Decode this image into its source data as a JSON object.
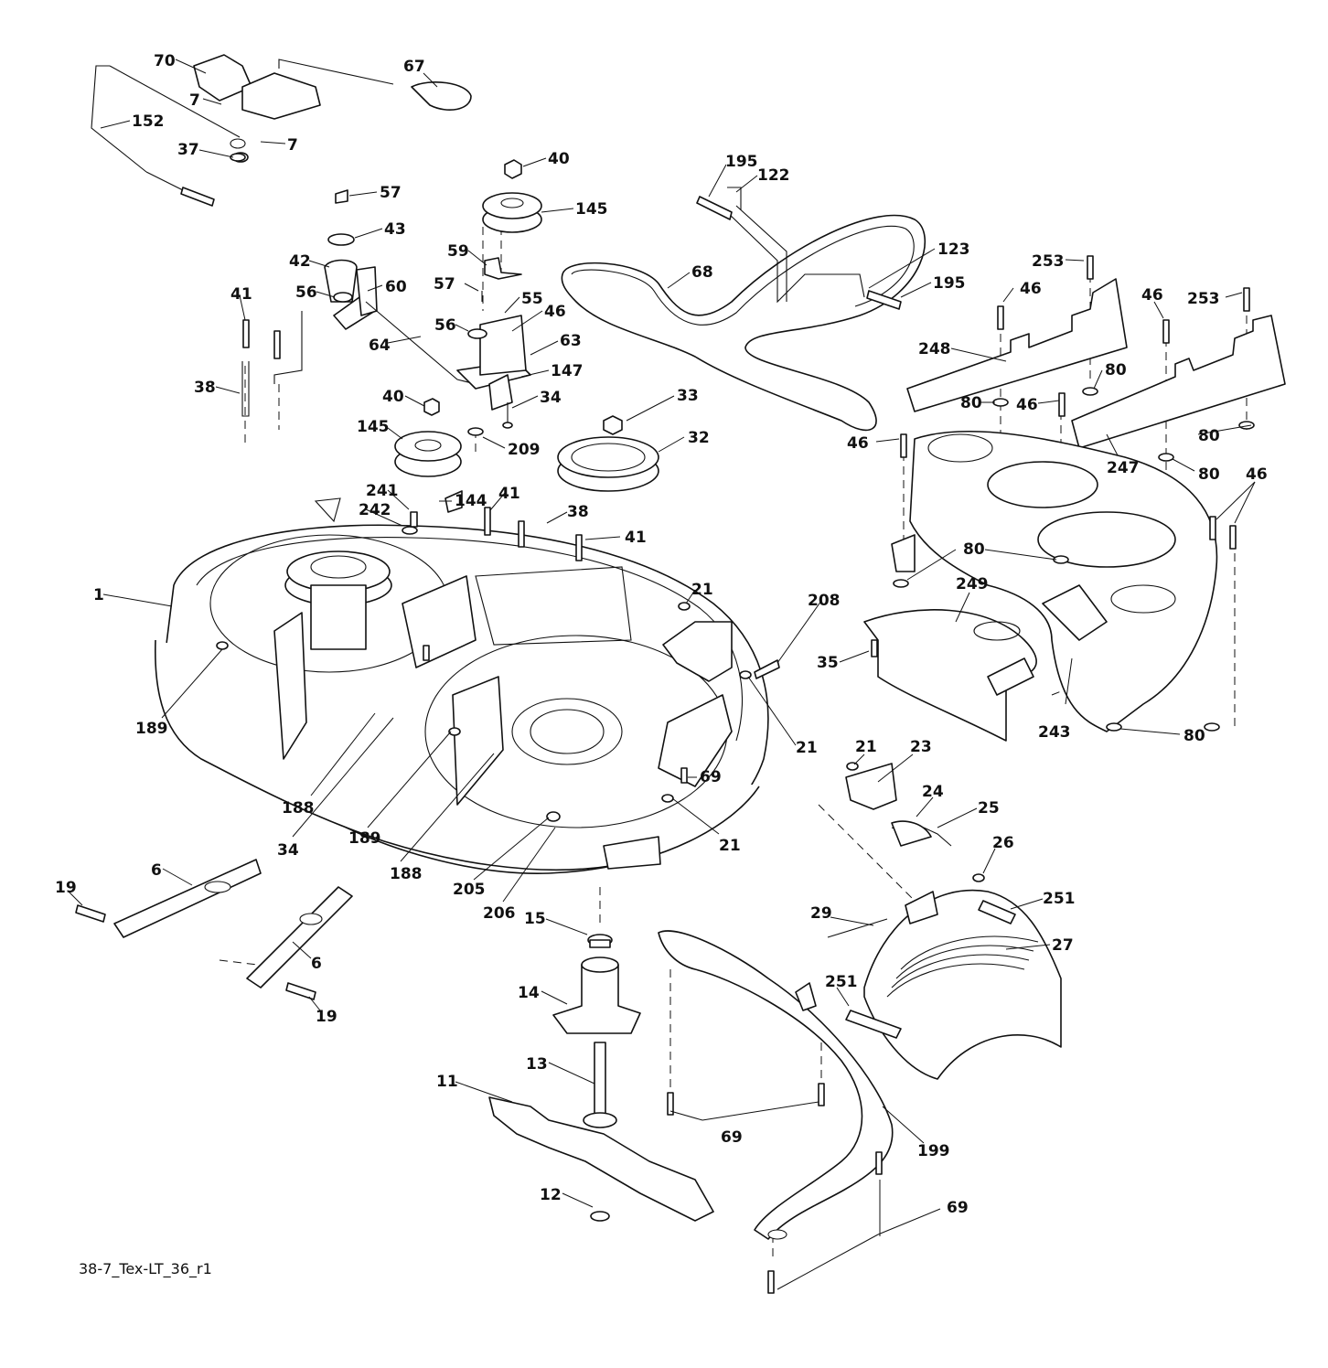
{
  "diagram": {
    "footer_ref": "38-7_Tex-LT_36_r1",
    "callouts": [
      {
        "id": "c70",
        "text": "70"
      },
      {
        "id": "c67",
        "text": "67"
      },
      {
        "id": "c7a",
        "text": "7"
      },
      {
        "id": "c7b",
        "text": "7"
      },
      {
        "id": "c152",
        "text": "152"
      },
      {
        "id": "c37",
        "text": "37"
      },
      {
        "id": "c40a",
        "text": "40"
      },
      {
        "id": "c145a",
        "text": "145"
      },
      {
        "id": "c57a",
        "text": "57"
      },
      {
        "id": "c43",
        "text": "43"
      },
      {
        "id": "c59",
        "text": "59"
      },
      {
        "id": "c42",
        "text": "42"
      },
      {
        "id": "c60",
        "text": "60"
      },
      {
        "id": "c56a",
        "text": "56"
      },
      {
        "id": "c41a",
        "text": "41"
      },
      {
        "id": "c57b",
        "text": "57"
      },
      {
        "id": "c55",
        "text": "55"
      },
      {
        "id": "c64",
        "text": "64"
      },
      {
        "id": "c56b",
        "text": "56"
      },
      {
        "id": "c46a",
        "text": "46"
      },
      {
        "id": "c63",
        "text": "63"
      },
      {
        "id": "c147",
        "text": "147"
      },
      {
        "id": "c38a",
        "text": "38"
      },
      {
        "id": "c40b",
        "text": "40"
      },
      {
        "id": "c34a",
        "text": "34"
      },
      {
        "id": "c33",
        "text": "33"
      },
      {
        "id": "c145b",
        "text": "145"
      },
      {
        "id": "c32",
        "text": "32"
      },
      {
        "id": "c209",
        "text": "209"
      },
      {
        "id": "c195a",
        "text": "195"
      },
      {
        "id": "c122",
        "text": "122"
      },
      {
        "id": "c68",
        "text": "68"
      },
      {
        "id": "c123",
        "text": "123"
      },
      {
        "id": "c195b",
        "text": "195"
      },
      {
        "id": "c253a",
        "text": "253"
      },
      {
        "id": "c46b",
        "text": "46"
      },
      {
        "id": "c46c",
        "text": "46"
      },
      {
        "id": "c253b",
        "text": "253"
      },
      {
        "id": "c248",
        "text": "248"
      },
      {
        "id": "c80a",
        "text": "80"
      },
      {
        "id": "c80b",
        "text": "80"
      },
      {
        "id": "c46d",
        "text": "46"
      },
      {
        "id": "c80c",
        "text": "80"
      },
      {
        "id": "c46e",
        "text": "46"
      },
      {
        "id": "c247",
        "text": "247"
      },
      {
        "id": "c80d",
        "text": "80"
      },
      {
        "id": "c46f",
        "text": "46"
      },
      {
        "id": "c80e",
        "text": "80"
      },
      {
        "id": "c241",
        "text": "241"
      },
      {
        "id": "c144",
        "text": "144"
      },
      {
        "id": "c41b",
        "text": "41"
      },
      {
        "id": "c242",
        "text": "242"
      },
      {
        "id": "c38b",
        "text": "38"
      },
      {
        "id": "c41c",
        "text": "41"
      },
      {
        "id": "c1",
        "text": "1"
      },
      {
        "id": "c21a",
        "text": "21"
      },
      {
        "id": "c208",
        "text": "208"
      },
      {
        "id": "c249",
        "text": "249"
      },
      {
        "id": "c35",
        "text": "35"
      },
      {
        "id": "c21b",
        "text": "21"
      },
      {
        "id": "c243",
        "text": "243"
      },
      {
        "id": "c80f",
        "text": "80"
      },
      {
        "id": "c189a",
        "text": "189"
      },
      {
        "id": "c21c",
        "text": "21"
      },
      {
        "id": "c23",
        "text": "23"
      },
      {
        "id": "c69a",
        "text": "69"
      },
      {
        "id": "c24",
        "text": "24"
      },
      {
        "id": "c188a",
        "text": "188"
      },
      {
        "id": "c25",
        "text": "25"
      },
      {
        "id": "c34b",
        "text": "34"
      },
      {
        "id": "c189b",
        "text": "189"
      },
      {
        "id": "c21d",
        "text": "21"
      },
      {
        "id": "c26",
        "text": "26"
      },
      {
        "id": "c188b",
        "text": "188"
      },
      {
        "id": "c205",
        "text": "205"
      },
      {
        "id": "c251a",
        "text": "251"
      },
      {
        "id": "c206",
        "text": "206"
      },
      {
        "id": "c19a",
        "text": "19"
      },
      {
        "id": "c6a",
        "text": "6"
      },
      {
        "id": "c15",
        "text": "15"
      },
      {
        "id": "c29",
        "text": "29"
      },
      {
        "id": "c27",
        "text": "27"
      },
      {
        "id": "c6b",
        "text": "6"
      },
      {
        "id": "c14",
        "text": "14"
      },
      {
        "id": "c251b",
        "text": "251"
      },
      {
        "id": "c19b",
        "text": "19"
      },
      {
        "id": "c13",
        "text": "13"
      },
      {
        "id": "c11",
        "text": "11"
      },
      {
        "id": "c69b",
        "text": "69"
      },
      {
        "id": "c199",
        "text": "199"
      },
      {
        "id": "c12",
        "text": "12"
      },
      {
        "id": "c69c",
        "text": "69"
      }
    ]
  }
}
